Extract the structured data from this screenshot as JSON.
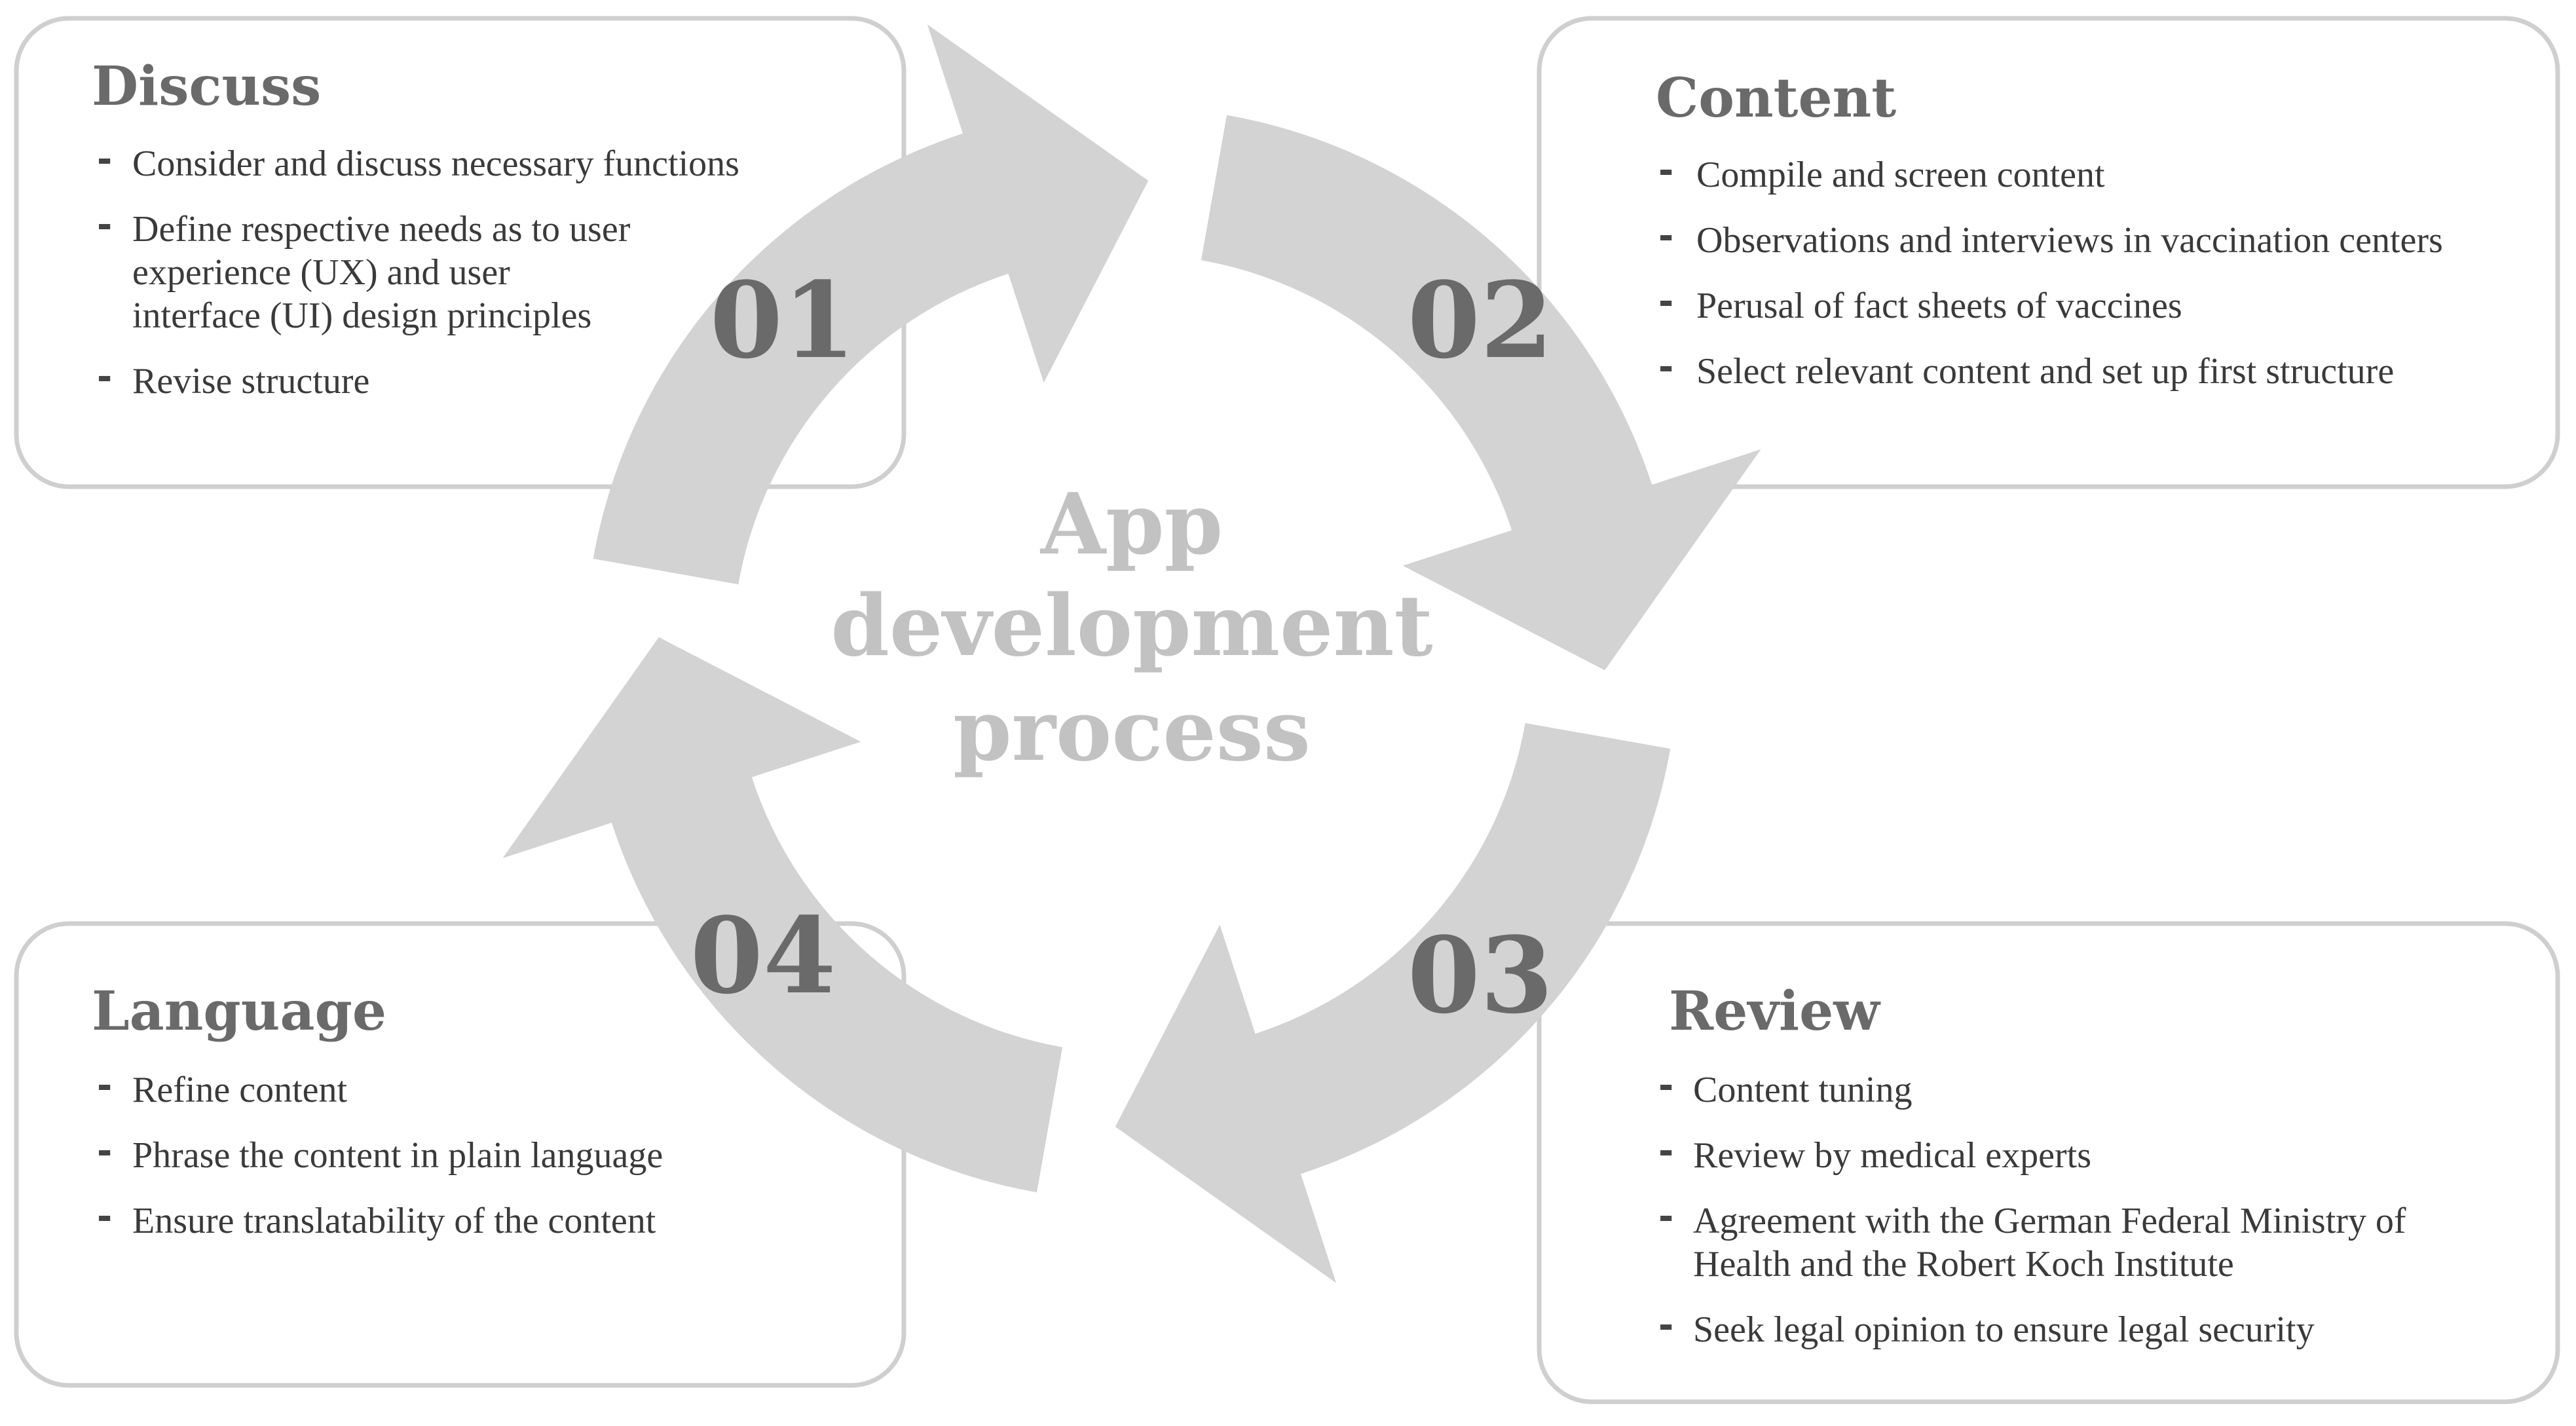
{
  "center": {
    "line1": "App",
    "line2": "development",
    "line3": "process"
  },
  "steps": [
    {
      "number": "01",
      "title": "Discuss",
      "bullets": [
        [
          "Consider and discuss necessary functions"
        ],
        [
          "Define respective needs as to user",
          "experience (UX) and user",
          "interface (UI) design principles"
        ],
        [
          "Revise structure"
        ]
      ]
    },
    {
      "number": "02",
      "title": "Content",
      "bullets": [
        [
          "Compile and screen content"
        ],
        [
          "Observations and interviews in vaccination centers"
        ],
        [
          "Perusal of fact sheets of vaccines"
        ],
        [
          "Select relevant content and set up first structure"
        ]
      ]
    },
    {
      "number": "03",
      "title": "Review",
      "bullets": [
        [
          "Content tuning"
        ],
        [
          "Review by medical experts"
        ],
        [
          "Agreement with the German Federal Ministry of",
          "Health and the Robert Koch Institute"
        ],
        [
          "Seek legal opinion to ensure legal security"
        ]
      ]
    },
    {
      "number": "04",
      "title": "Language",
      "bullets": [
        [
          "Refine content"
        ],
        [
          "Phrase the content in plain language"
        ],
        [
          "Ensure translatability of the content"
        ]
      ]
    }
  ],
  "colors": {
    "arrow": "#d3d3d3",
    "number": "#6a6a6a",
    "center_text": "#c2c2c2",
    "box_border": "#cfcfcf"
  }
}
